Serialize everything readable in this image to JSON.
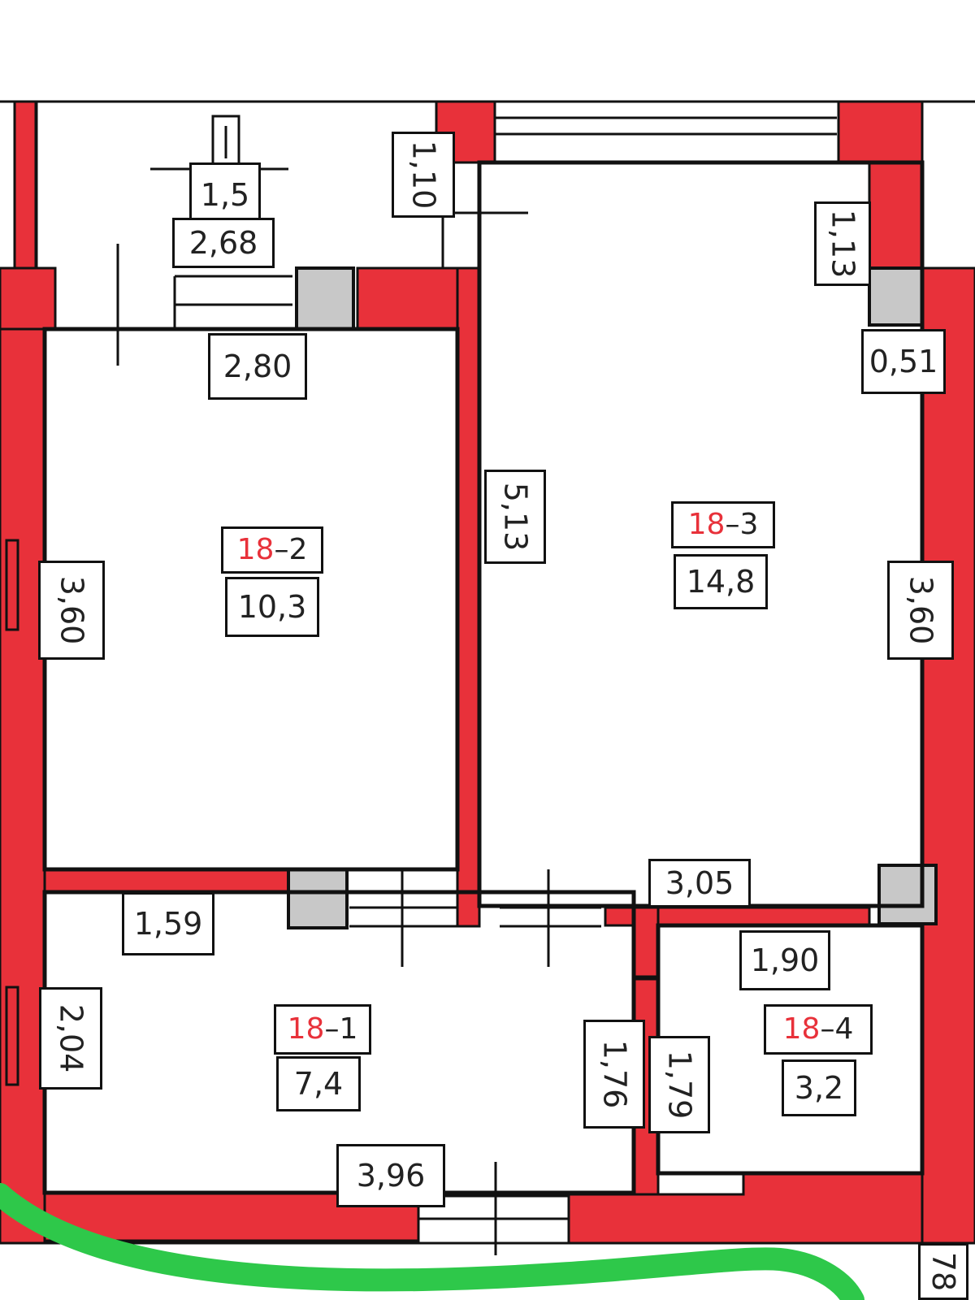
{
  "colors": {
    "wall": "#e8313a",
    "line": "#111111",
    "column": "#c8c8c8",
    "background": "#ffffff",
    "path": "#2ec84a",
    "room_number": "#e8313a"
  },
  "rooms": [
    {
      "number": "18",
      "sub": "2",
      "area": "10,3"
    },
    {
      "number": "18",
      "sub": "3",
      "area": "14,8"
    },
    {
      "number": "18",
      "sub": "1",
      "area": "7,4"
    },
    {
      "number": "18",
      "sub": "4",
      "area": "3,2"
    }
  ],
  "dimensions": {
    "top_window": "1,5",
    "top_balcony": "2,68",
    "balcony_depth": "1,10",
    "right_pier": "1,13",
    "right_niche": "0,51",
    "room2_width": "2,80",
    "room2_height": "3,60",
    "room3_left": "5,13",
    "room3_height": "3,60",
    "room3_width": "3,05",
    "room1_width_top": "1,59",
    "room1_height": "2,04",
    "room1_width": "3,96",
    "partition_a": "1,76",
    "partition_b": "1,79",
    "room4_width": "1,90",
    "edge_bottom": "78"
  }
}
